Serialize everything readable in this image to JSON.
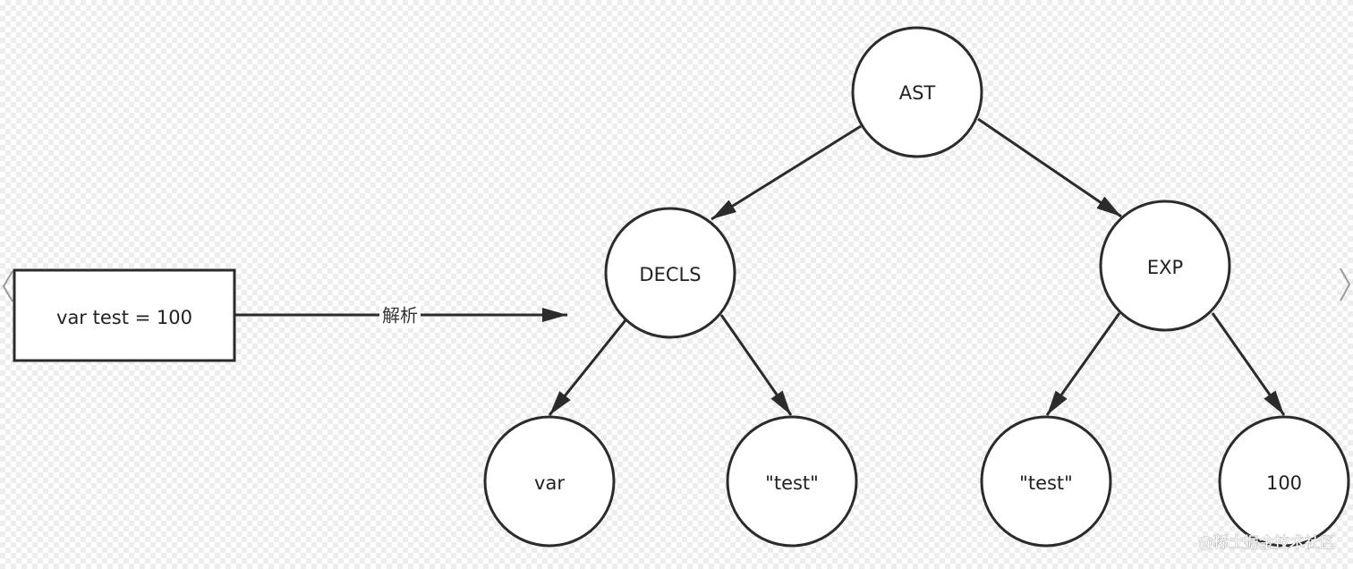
{
  "source_box": {
    "text": "var test = 100"
  },
  "parse_arrow": {
    "label": "解析"
  },
  "tree": {
    "root": {
      "label": "AST"
    },
    "decls": {
      "label": "DECLS"
    },
    "exp": {
      "label": "EXP"
    },
    "leaf_var": {
      "label": "var"
    },
    "leaf_decl_test": {
      "label": "\"test\""
    },
    "leaf_exp_test": {
      "label": "\"test\""
    },
    "leaf_100": {
      "label": "100"
    }
  },
  "edges": [
    {
      "from": "root",
      "to": "decls"
    },
    {
      "from": "root",
      "to": "exp"
    },
    {
      "from": "decls",
      "to": "leaf_var"
    },
    {
      "from": "decls",
      "to": "leaf_decl_test"
    },
    {
      "from": "exp",
      "to": "leaf_exp_test"
    },
    {
      "from": "exp",
      "to": "leaf_100"
    }
  ],
  "navigation": {
    "prev_icon": "chevron-left-icon",
    "next_icon": "chevron-right-icon"
  },
  "watermark": {
    "text": "@稀土掘金技术社区"
  },
  "colors": {
    "stroke": "#2b2b2b",
    "node_fill": "#ffffff",
    "text": "#222222"
  }
}
